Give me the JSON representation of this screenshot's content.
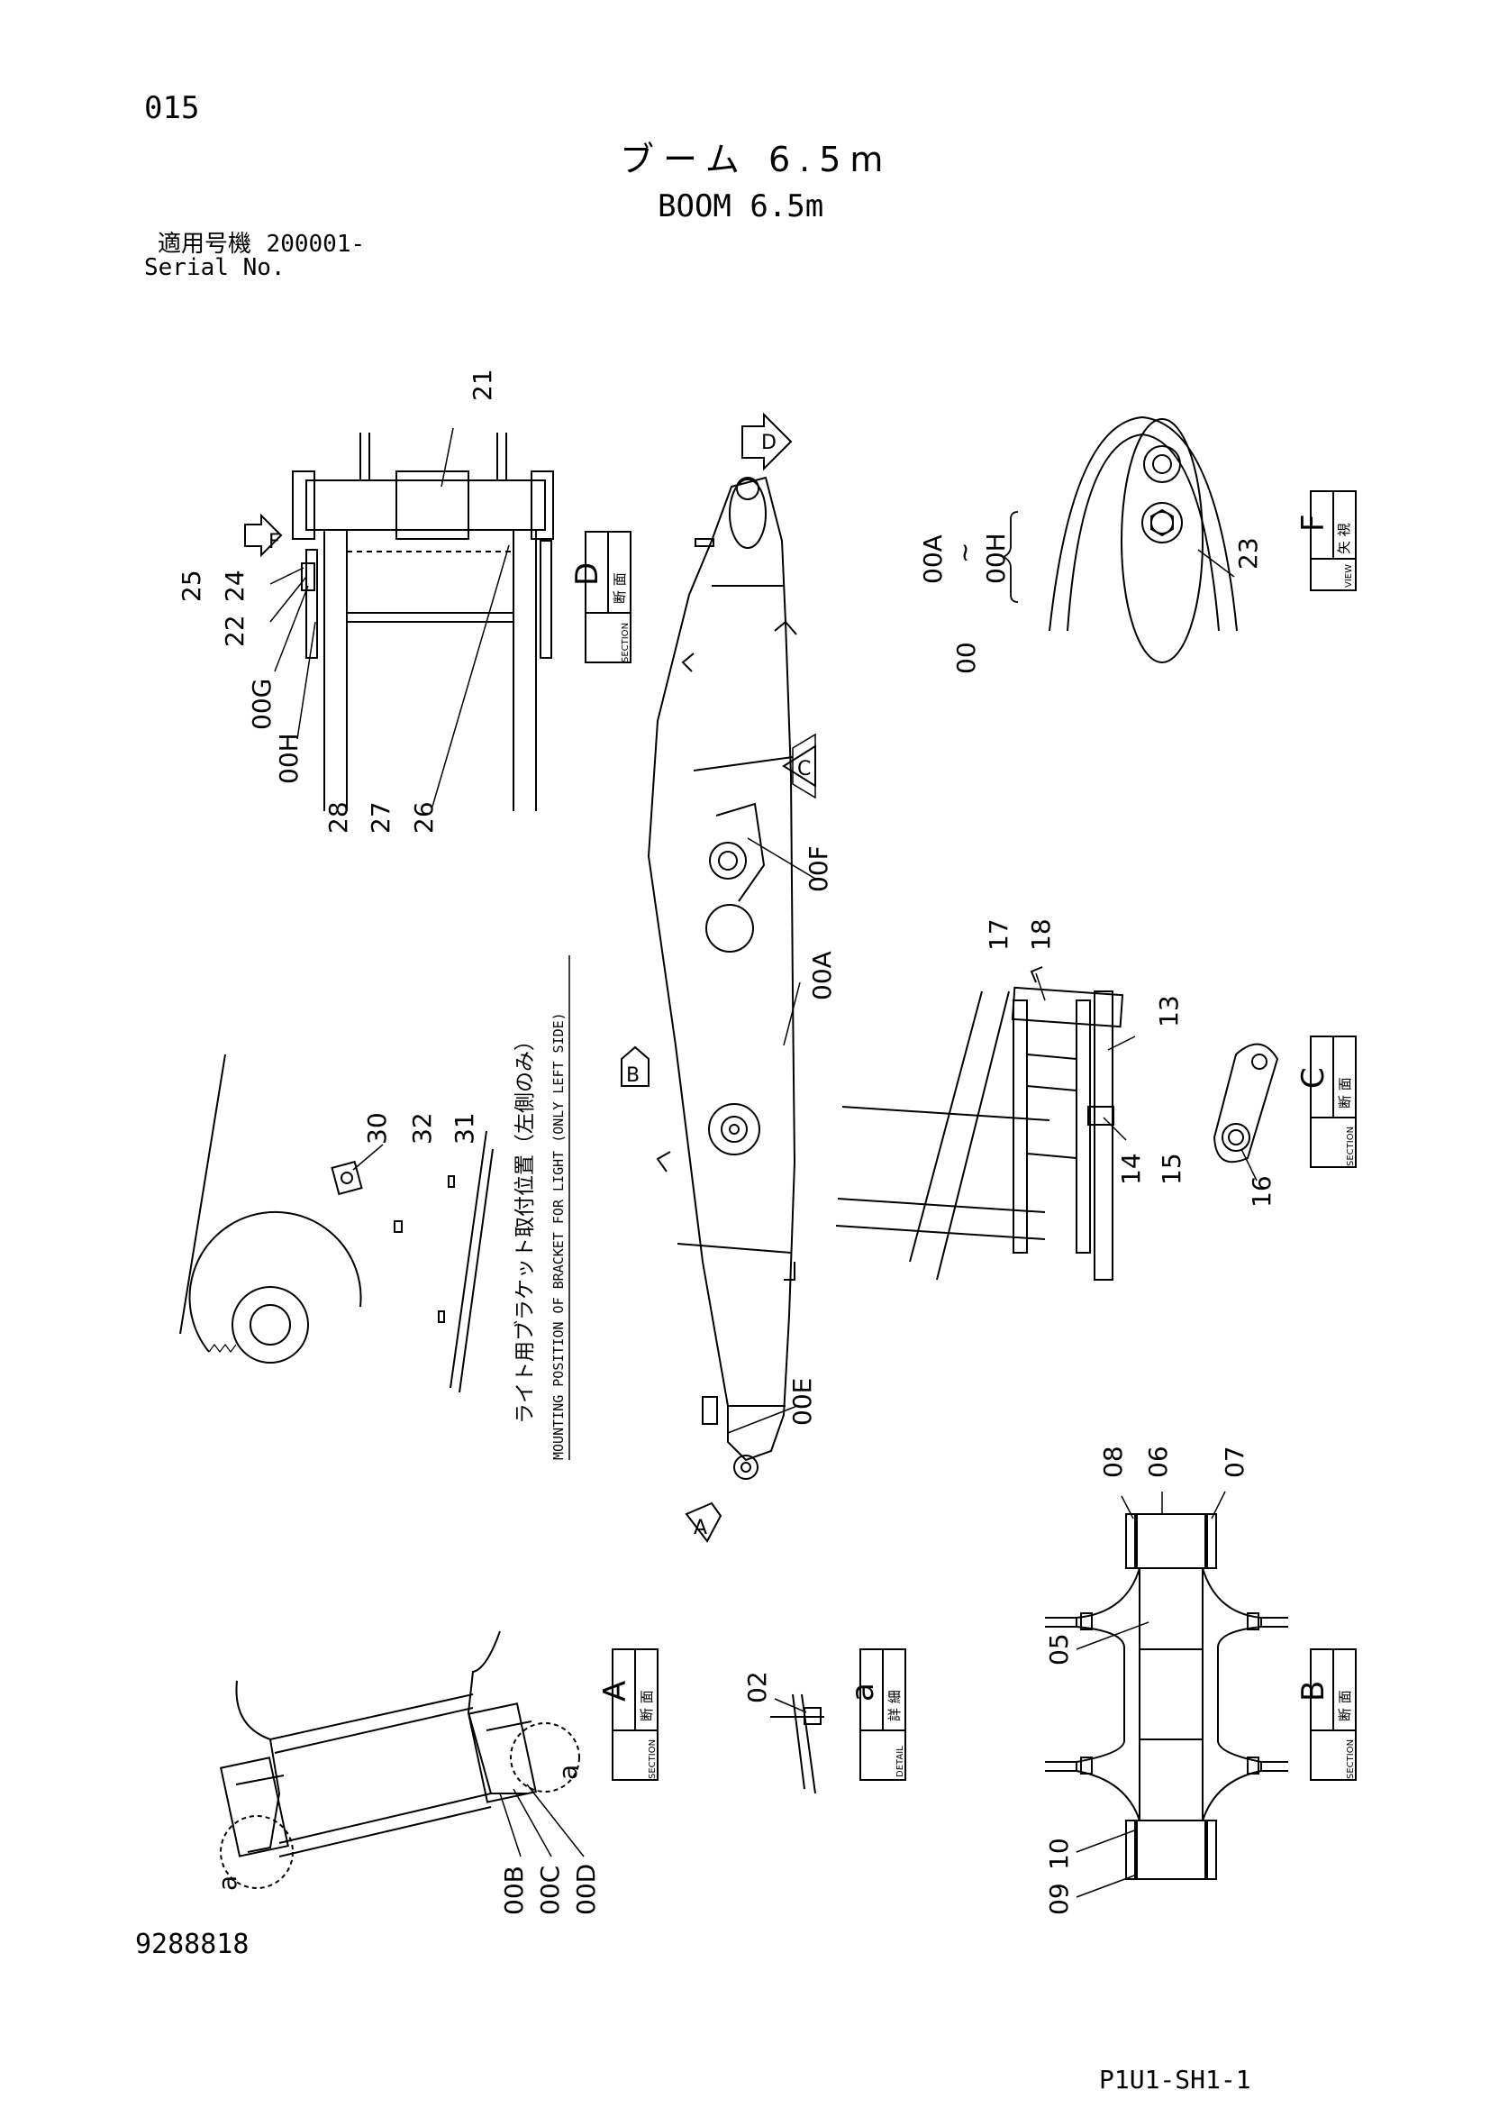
{
  "header": {
    "page_number": "015",
    "title_jp": "ブーム 6.5m",
    "title_en": "BOOM 6.5m",
    "serial_label_jp": "適用号機",
    "serial_value": "200001-",
    "serial_label_en": "Serial No."
  },
  "footer": {
    "drawing_number": "9288818",
    "sheet_code": "P1U1-SH1-1"
  },
  "views": {
    "section_jp": "断 面",
    "section_en": "SECTION",
    "view_jp": "矢 視",
    "view_en": "VIEW",
    "detail_jp": "詳 細",
    "detail_en": "DETAIL",
    "letter_A": "A",
    "letter_B": "B",
    "letter_C": "C",
    "letter_D": "D",
    "letter_F": "F",
    "letter_a": "a"
  },
  "light_note": {
    "jp": "ライト用ブラケット取付位置（左側のみ）",
    "en": "MOUNTING POSITION OF BRACKET FOR LIGHT (ONLY LEFT SIDE)"
  },
  "group_note": {
    "base": "00",
    "from": "00A",
    "tilde": "~",
    "to": "00H"
  },
  "callouts": {
    "p21": "21",
    "p25": "25",
    "p24": "24",
    "p22": "22",
    "p00G": "00G",
    "p00H": "00H",
    "p28": "28",
    "p27": "27",
    "p26": "26",
    "p23": "23",
    "p00F": "00F",
    "p00A": "00A",
    "p17": "17",
    "p18": "18",
    "p13": "13",
    "p14": "14",
    "p15": "15",
    "p16": "16",
    "p30": "30",
    "p32": "32",
    "p31": "31",
    "p00E": "00E",
    "p08": "08",
    "p06": "06",
    "p07": "07",
    "p05": "05",
    "p10": "10",
    "p09": "09",
    "p02": "02",
    "p00B": "00B",
    "p00C": "00C",
    "p00D": "00D"
  }
}
